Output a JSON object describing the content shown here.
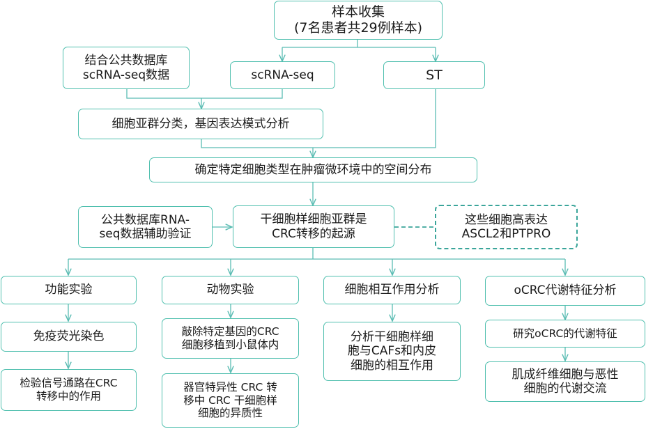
{
  "nodes": {
    "sample": [
      "样本收集",
      "(7名患者共29例样本)"
    ],
    "public_sc": [
      "结合公共数据库",
      "scRNA-seq数据"
    ],
    "scrna": [
      "scRNA-seq"
    ],
    "st": [
      "ST"
    ],
    "subcluster": [
      "细胞亚群分类，基因表达模式分析"
    ],
    "spatial": [
      "确定特定细胞类型在肿瘤微环境中的空间分布"
    ],
    "public_rna": [
      "公共数据库RNA-",
      "seq数据辅助验证"
    ],
    "stemlike": [
      "干细胞样细胞亚群是",
      "CRC转移的起源"
    ],
    "ascl2": [
      "这些细胞高表达",
      "ASCL2和PTPRO"
    ],
    "func_exp": [
      "功能实验"
    ],
    "animal_exp": [
      "动物实验"
    ],
    "interaction": [
      "细胞相互作用分析"
    ],
    "ocrc_meta": [
      "oCRC代谢特征分析"
    ],
    "immuno": [
      "免疫荧光染色"
    ],
    "knockout": [
      "敲除特定基因的CRC",
      "细胞移植到小鼠体内"
    ],
    "analyze_cafs": [
      "分析干细胞样细",
      "胞与CAFs和内皮",
      "细胞的相互作用"
    ],
    "study_ocrc": [
      "研究oCRC的代谢特征"
    ],
    "signal": [
      "检验信号通路在CRC",
      "转移中的作用"
    ],
    "organ": [
      "器官特异性 CRC 转",
      "移中 CRC 干细胞样",
      "细胞的异质性"
    ],
    "fibro": [
      "肌成纤维细胞与恶性",
      "细胞的代谢交流"
    ]
  }
}
